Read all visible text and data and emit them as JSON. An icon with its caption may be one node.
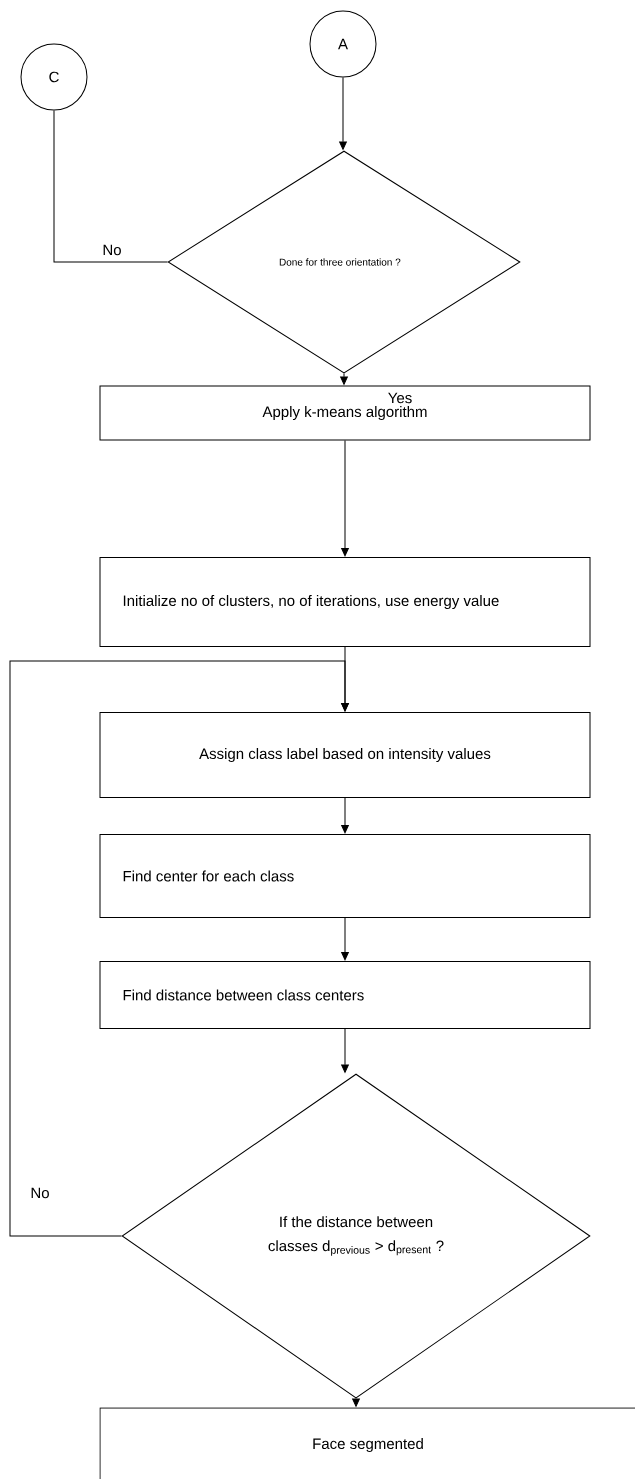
{
  "diagram": {
    "nodes": [
      {
        "text": [
          "C"
        ]
      },
      {
        "text": [
          "A"
        ]
      },
      {
        "text": [
          "Done for three orientation ?"
        ]
      },
      {
        "text": [
          "Apply k-means algorithm"
        ]
      },
      {
        "text": [
          "Initialize no of clusters, no of iterations, use energy value"
        ]
      },
      {
        "text": [
          "Assign class label based on intensity values"
        ]
      },
      {
        "text": [
          "Find center for each class"
        ]
      },
      {
        "text": [
          "Find distance between class centers"
        ]
      },
      {
        "text": [
          "If the distance between classes d$_{previous}$ > d$_{present}$ ?"
        ]
      },
      {
        "text": [
          "Face segmented"
        ]
      }
    ],
    "edges": [
      {
        "from": 1,
        "to": 2,
        "arrow": "to"
      },
      {
        "from": 2,
        "to": 0,
        "arrow": "none",
        "label": "No"
      },
      {
        "from": 2,
        "to": 3,
        "arrow": "to",
        "label": "Yes"
      },
      {
        "from": 3,
        "to": 4,
        "arrow": "to"
      },
      {
        "from": 4,
        "to": 5,
        "arrow": "to"
      },
      {
        "from": 5,
        "to": 6,
        "arrow": "to"
      },
      {
        "from": 6,
        "to": 7,
        "arrow": "to"
      },
      {
        "from": 7,
        "to": 8,
        "arrow": "to"
      },
      {
        "from": 8,
        "to": 5,
        "arrow": "to",
        "label": "No"
      },
      {
        "from": 8,
        "to": 9,
        "arrow": "to"
      }
    ]
  }
}
